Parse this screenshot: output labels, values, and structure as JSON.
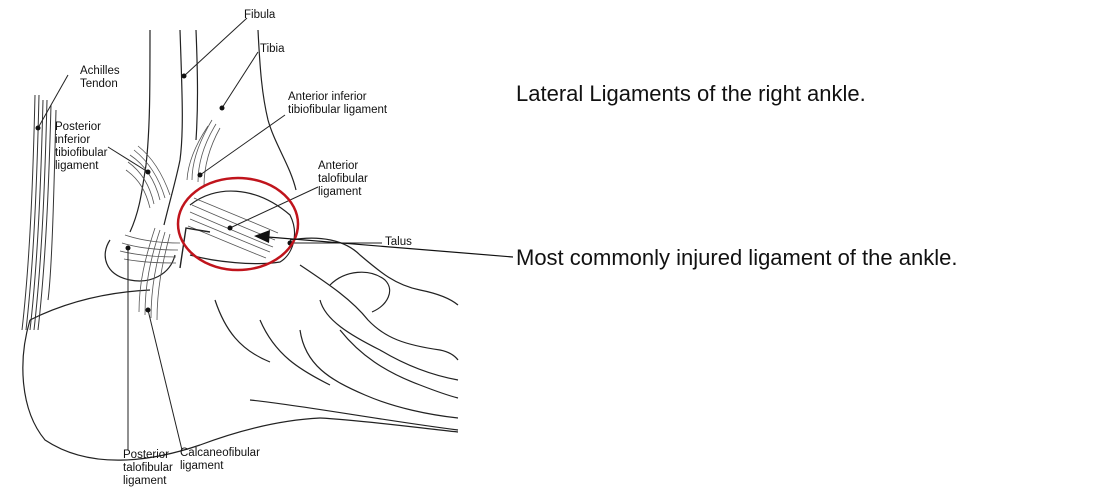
{
  "figure": {
    "labels": {
      "fibula": "Fibula",
      "tibia": "Tibia",
      "achilles": "Achilles\nTendon",
      "antInfTib": "Anterior inferior\ntibiofibular ligament",
      "postInfTib": "Posterior\ninferior\ntibiofibular\nligament",
      "antTalofib": "Anterior\ntalofibular\nligament",
      "talus": "Talus",
      "postTalofib": "Posterior\ntalofibular\nligament",
      "calcaneofib": "Calcaneofibular\nligament"
    },
    "captions": {
      "title": "Lateral Ligaments of the right ankle.",
      "injured": "Most commonly injured ligament of the ankle."
    },
    "colors": {
      "highlightCircle": "#c0141c",
      "lineArt": "#222222",
      "text": "#111111"
    }
  }
}
